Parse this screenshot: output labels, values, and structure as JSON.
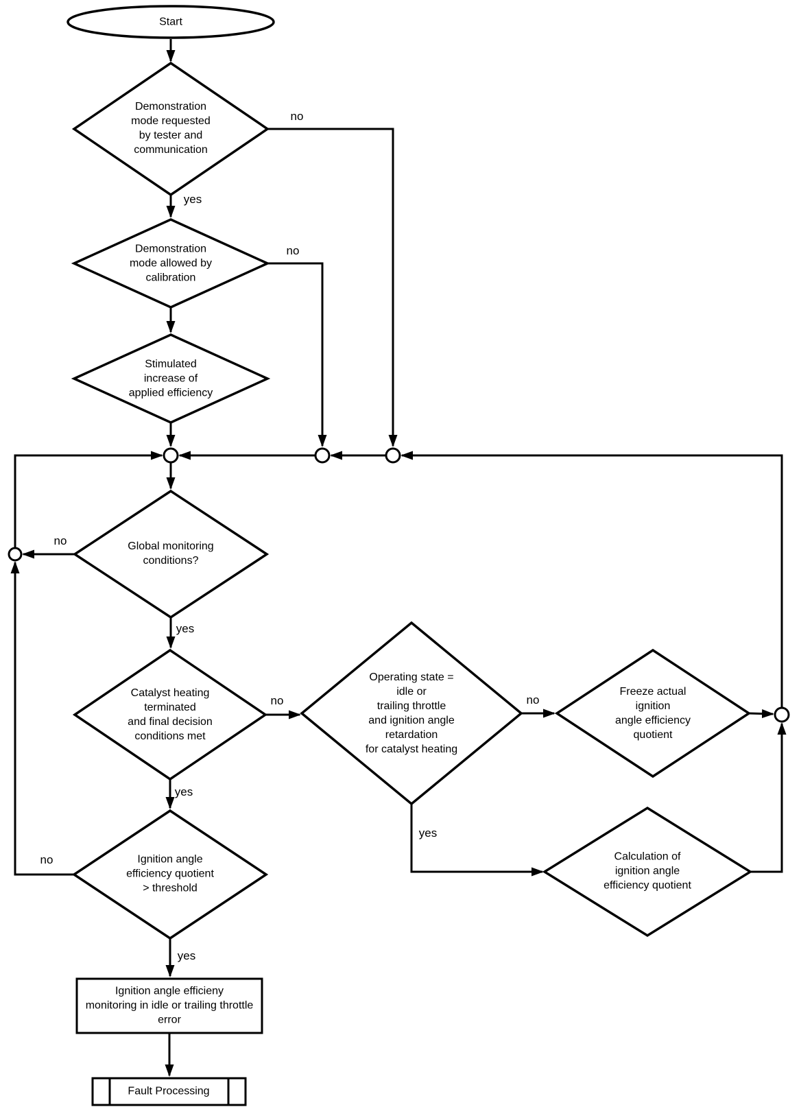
{
  "colors": {
    "line": "#000000",
    "background": "#ffffff"
  },
  "nodes": {
    "start": {
      "label": "Start"
    },
    "demo_requested": {
      "label": "Demonstration\nmode requested\nby tester and\ncommunication"
    },
    "demo_allowed": {
      "label": "Demonstration\nmode allowed by\ncalibration"
    },
    "stimulated_increase": {
      "label": "Stimulated\nincrease of\napplied efficiency"
    },
    "global_monitoring": {
      "label": "Global monitoring\nconditions?"
    },
    "catalyst_heating": {
      "label": "Catalyst heating\nterminated\nand final decision\nconditions met"
    },
    "operating_state": {
      "label": "Operating state =\nidle or\ntrailing throttle\nand ignition angle\nretardation\nfor catalyst heating"
    },
    "freeze_quotient": {
      "label": "Freeze actual\nignition\nangle efficiency\nquotient"
    },
    "calc_quotient": {
      "label": "Calculation of\nignition angle\nefficiency quotient"
    },
    "threshold_check": {
      "label": "Ignition angle\nefficiency quotient\n> threshold"
    },
    "error_box": {
      "label": "Ignition angle efficieny\nmonitoring in idle or trailing throttle\nerror"
    },
    "fault_processing": {
      "label": "Fault Processing"
    }
  },
  "edge_labels": {
    "demo_requested_no": "no",
    "demo_requested_yes": "yes",
    "demo_allowed_no": "no",
    "global_monitoring_no": "no",
    "global_monitoring_yes": "yes",
    "catalyst_heating_no": "no",
    "catalyst_heating_yes": "yes",
    "operating_state_no": "no",
    "operating_state_yes": "yes",
    "threshold_no": "no",
    "threshold_yes": "yes"
  }
}
